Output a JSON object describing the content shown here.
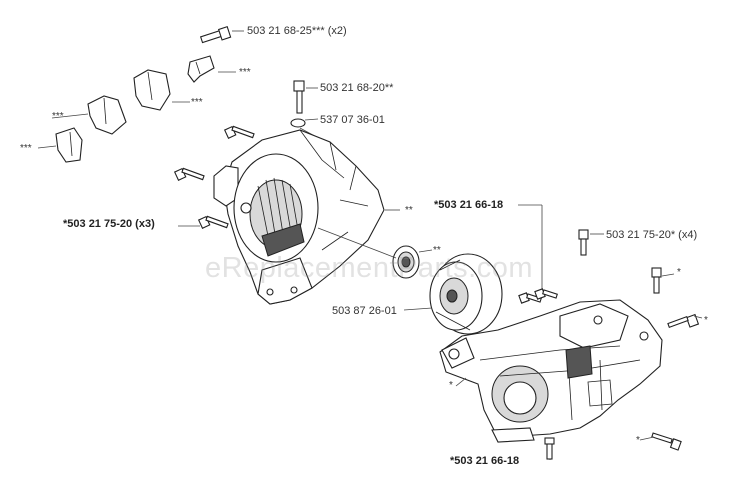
{
  "labels": {
    "screw_x2": "503 21 68-25*** (x2)",
    "screw_20": "503 21 68-20**",
    "oring": "537 07 36-01",
    "screw_x3": "*503 21 75-20 (x3)",
    "screw_6618_top": "*503 21 66-18",
    "screw_x4": "503 21 75-20* (x4)",
    "drum": "503 87 26-01",
    "screw_6618_bottom": "*503 21 66-18"
  },
  "markers": {
    "triple": "***",
    "double": "**",
    "single": "*"
  },
  "watermark": "eReplacementParts.com"
}
